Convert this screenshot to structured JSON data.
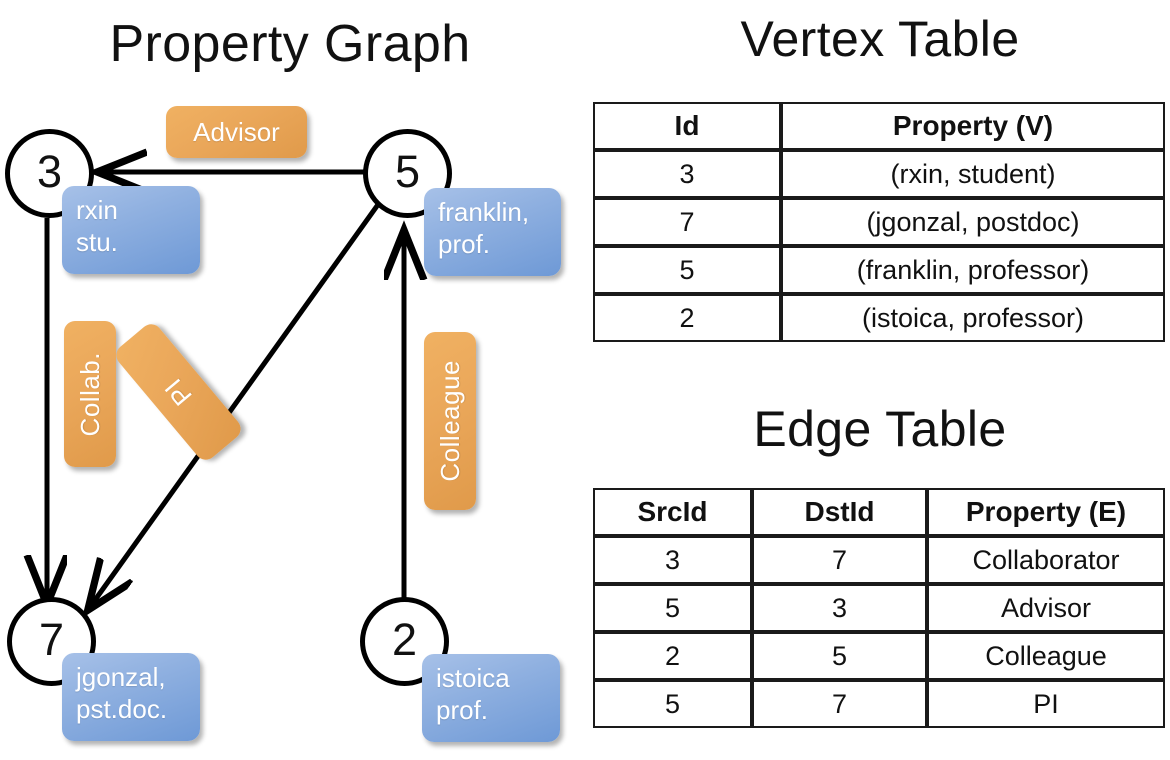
{
  "titles": {
    "property_graph": "Property Graph",
    "vertex_table": "Vertex Table",
    "edge_table": "Edge Table"
  },
  "graph": {
    "vertices": [
      {
        "id": "3",
        "property_label": "rxin\nstu."
      },
      {
        "id": "5",
        "property_label": "franklin,\nprof."
      },
      {
        "id": "7",
        "property_label": "jgonzal,\npst.doc."
      },
      {
        "id": "2",
        "property_label": "istoica\nprof."
      }
    ],
    "vertex_labels": {
      "v3_line1": "rxin",
      "v3_line2": "stu.",
      "v5_line1": "franklin,",
      "v5_line2": "prof.",
      "v7_line1": "jgonzal,",
      "v7_line2": "pst.doc.",
      "v2_line1": "istoica",
      "v2_line2": "prof."
    },
    "edge_labels": {
      "advisor": "Advisor",
      "collab": "Collab.",
      "pi": "PI",
      "colleague": "Colleague"
    },
    "edges": [
      {
        "src": "5",
        "dst": "3",
        "label": "Advisor"
      },
      {
        "src": "3",
        "dst": "7",
        "label": "Collab."
      },
      {
        "src": "5",
        "dst": "7",
        "label": "PI"
      },
      {
        "src": "2",
        "dst": "5",
        "label": "Colleague"
      }
    ]
  },
  "vertex_table": {
    "headers": [
      "Id",
      "Property (V)"
    ],
    "rows": [
      {
        "id": "3",
        "property": "(rxin, student)"
      },
      {
        "id": "7",
        "property": "(jgonzal, postdoc)"
      },
      {
        "id": "5",
        "property": "(franklin, professor)"
      },
      {
        "id": "2",
        "property": "(istoica, professor)"
      }
    ]
  },
  "edge_table": {
    "headers": [
      "SrcId",
      "DstId",
      "Property (E)"
    ],
    "rows": [
      {
        "src": "3",
        "dst": "7",
        "property": "Collaborator"
      },
      {
        "src": "5",
        "dst": "3",
        "property": "Advisor"
      },
      {
        "src": "2",
        "dst": "5",
        "property": "Colleague"
      },
      {
        "src": "5",
        "dst": "7",
        "property": "PI"
      }
    ]
  },
  "colors": {
    "vertex_property_box": "#7ba3da",
    "edge_label_box": "#eaa75a",
    "vertex_table_property_bg": "#d3dff1",
    "edge_table_property_bg": "#f4ddc3",
    "stroke": "#000000"
  }
}
